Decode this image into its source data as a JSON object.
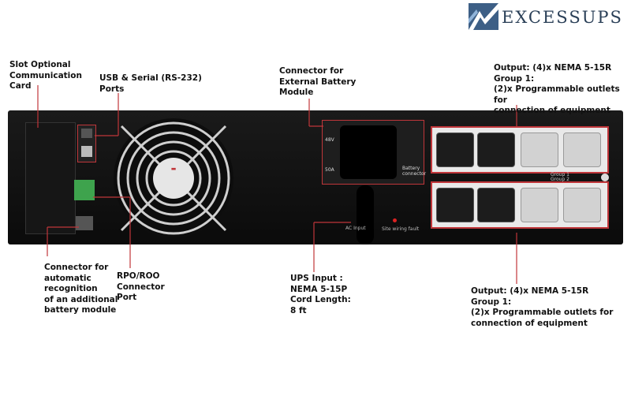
{
  "brand": {
    "name": "EXCESSUPS"
  },
  "labels": {
    "slot": "Slot Optional\nCommunication\nCard",
    "usb": "USB & Serial (RS-232)\nPorts",
    "battery_connector": "Connector for\nExternal Battery\nModule",
    "output_top": "Output: (4)x NEMA 5-15R\nGroup 1:\n(2)x Programmable outlets for\nconnection of equipment",
    "auto_recognition": "Connector for\nautomatic\nrecognition\nof an additional\nbattery module",
    "rpo": "RPO/ROO\nConnector\nPort",
    "ups_input": "UPS Input :\nNEMA 5-15P\nCord Length:\n8 ft",
    "output_bottom": "Output: (4)x NEMA 5-15R\nGroup 1:\n(2)x Programmable outlets for\nconnection of equipment"
  },
  "panel_text": {
    "volts": "48V",
    "amps": "50A",
    "battery_connector": "Battery\nconnector",
    "ac_input": "AC Input",
    "site_wiring": "Site wiring fault",
    "group1": "Group 1",
    "group2": "Group 2"
  },
  "colors": {
    "callout_line": "#c0363a",
    "panel": "#111111",
    "brand": "#2a3f57"
  }
}
